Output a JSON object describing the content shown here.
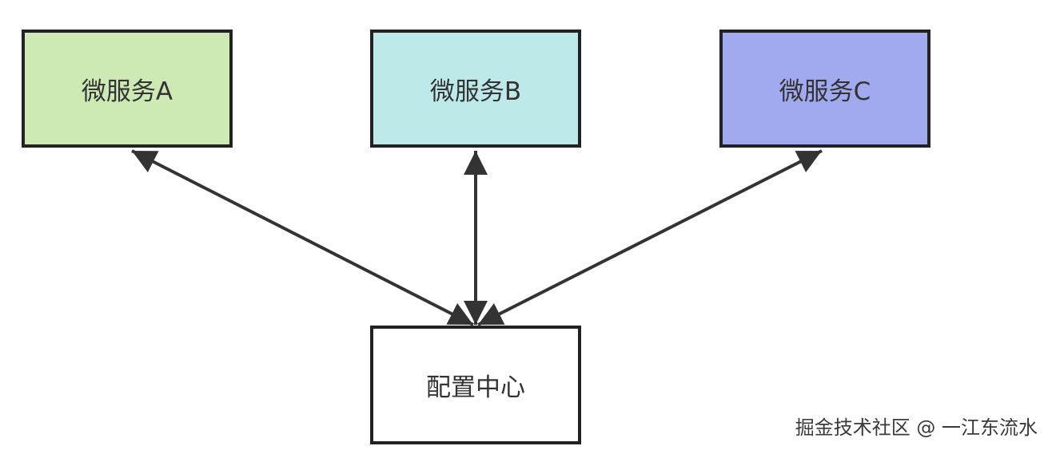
{
  "nodes": {
    "service_a": {
      "label": "微服务A",
      "fill": "#cdeab5"
    },
    "service_b": {
      "label": "微服务B",
      "fill": "#bdeae9"
    },
    "service_c": {
      "label": "微服务C",
      "fill": "#a1aaef"
    },
    "config_center": {
      "label": "配置中心",
      "fill": "#ffffff"
    }
  },
  "edges": [
    {
      "from": "config_center",
      "to": "service_a",
      "direction": "bidirectional"
    },
    {
      "from": "config_center",
      "to": "service_b",
      "direction": "bidirectional"
    },
    {
      "from": "config_center",
      "to": "service_c",
      "direction": "bidirectional"
    }
  ],
  "colors": {
    "border": "#222222",
    "arrow": "#333333",
    "text": "#333333"
  },
  "watermark": {
    "text": "掘金技术社区 @ 一江东流水"
  }
}
